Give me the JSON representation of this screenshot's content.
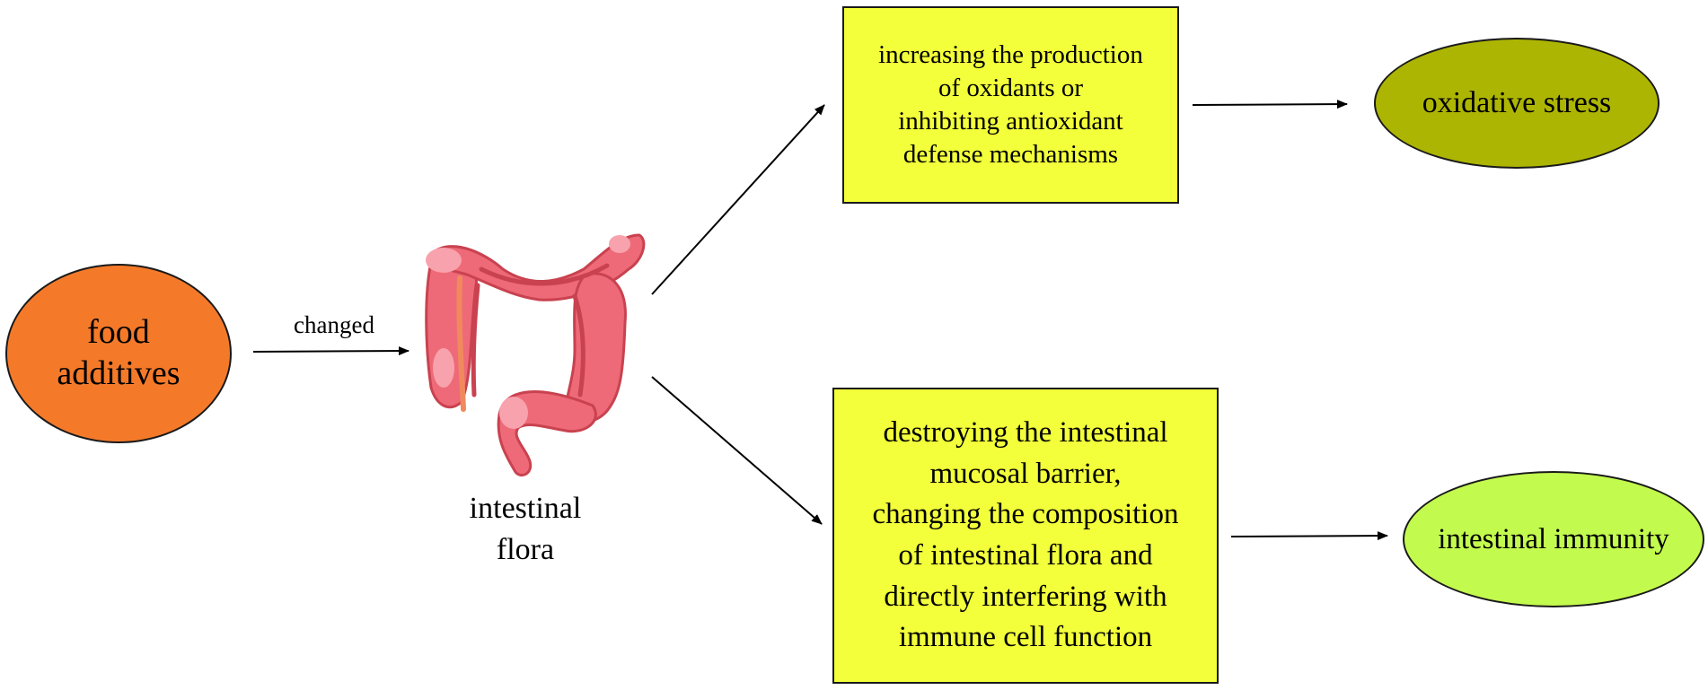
{
  "nodes": {
    "food_additives": {
      "text": "food\nadditives",
      "fill": "#f47a2a"
    },
    "changed_label": {
      "text": "changed"
    },
    "intestinal_flora": {
      "text": "intestinal\nflora",
      "icon": "intestine-icon"
    },
    "oxidant_box": {
      "text": "increasing the production\nof oxidants or\ninhibiting antioxidant\ndefense mechanisms",
      "fill": "#f2ff3a"
    },
    "oxidative_stress": {
      "text": "oxidative stress",
      "fill": "#adb503"
    },
    "barrier_box": {
      "text": "destroying the intestinal\nmucosal barrier,\nchanging the composition\nof intestinal flora and\ndirectly interfering with\nimmune cell function",
      "fill": "#f2ff3a"
    },
    "intestinal_immunity": {
      "text": "intestinal immunity",
      "fill": "#c3fa4e"
    }
  },
  "colors": {
    "intestine_main": "#ee6a78",
    "intestine_dark": "#c9424f",
    "intestine_light": "#f7a2ad",
    "intestine_accent": "#f08a5d"
  }
}
